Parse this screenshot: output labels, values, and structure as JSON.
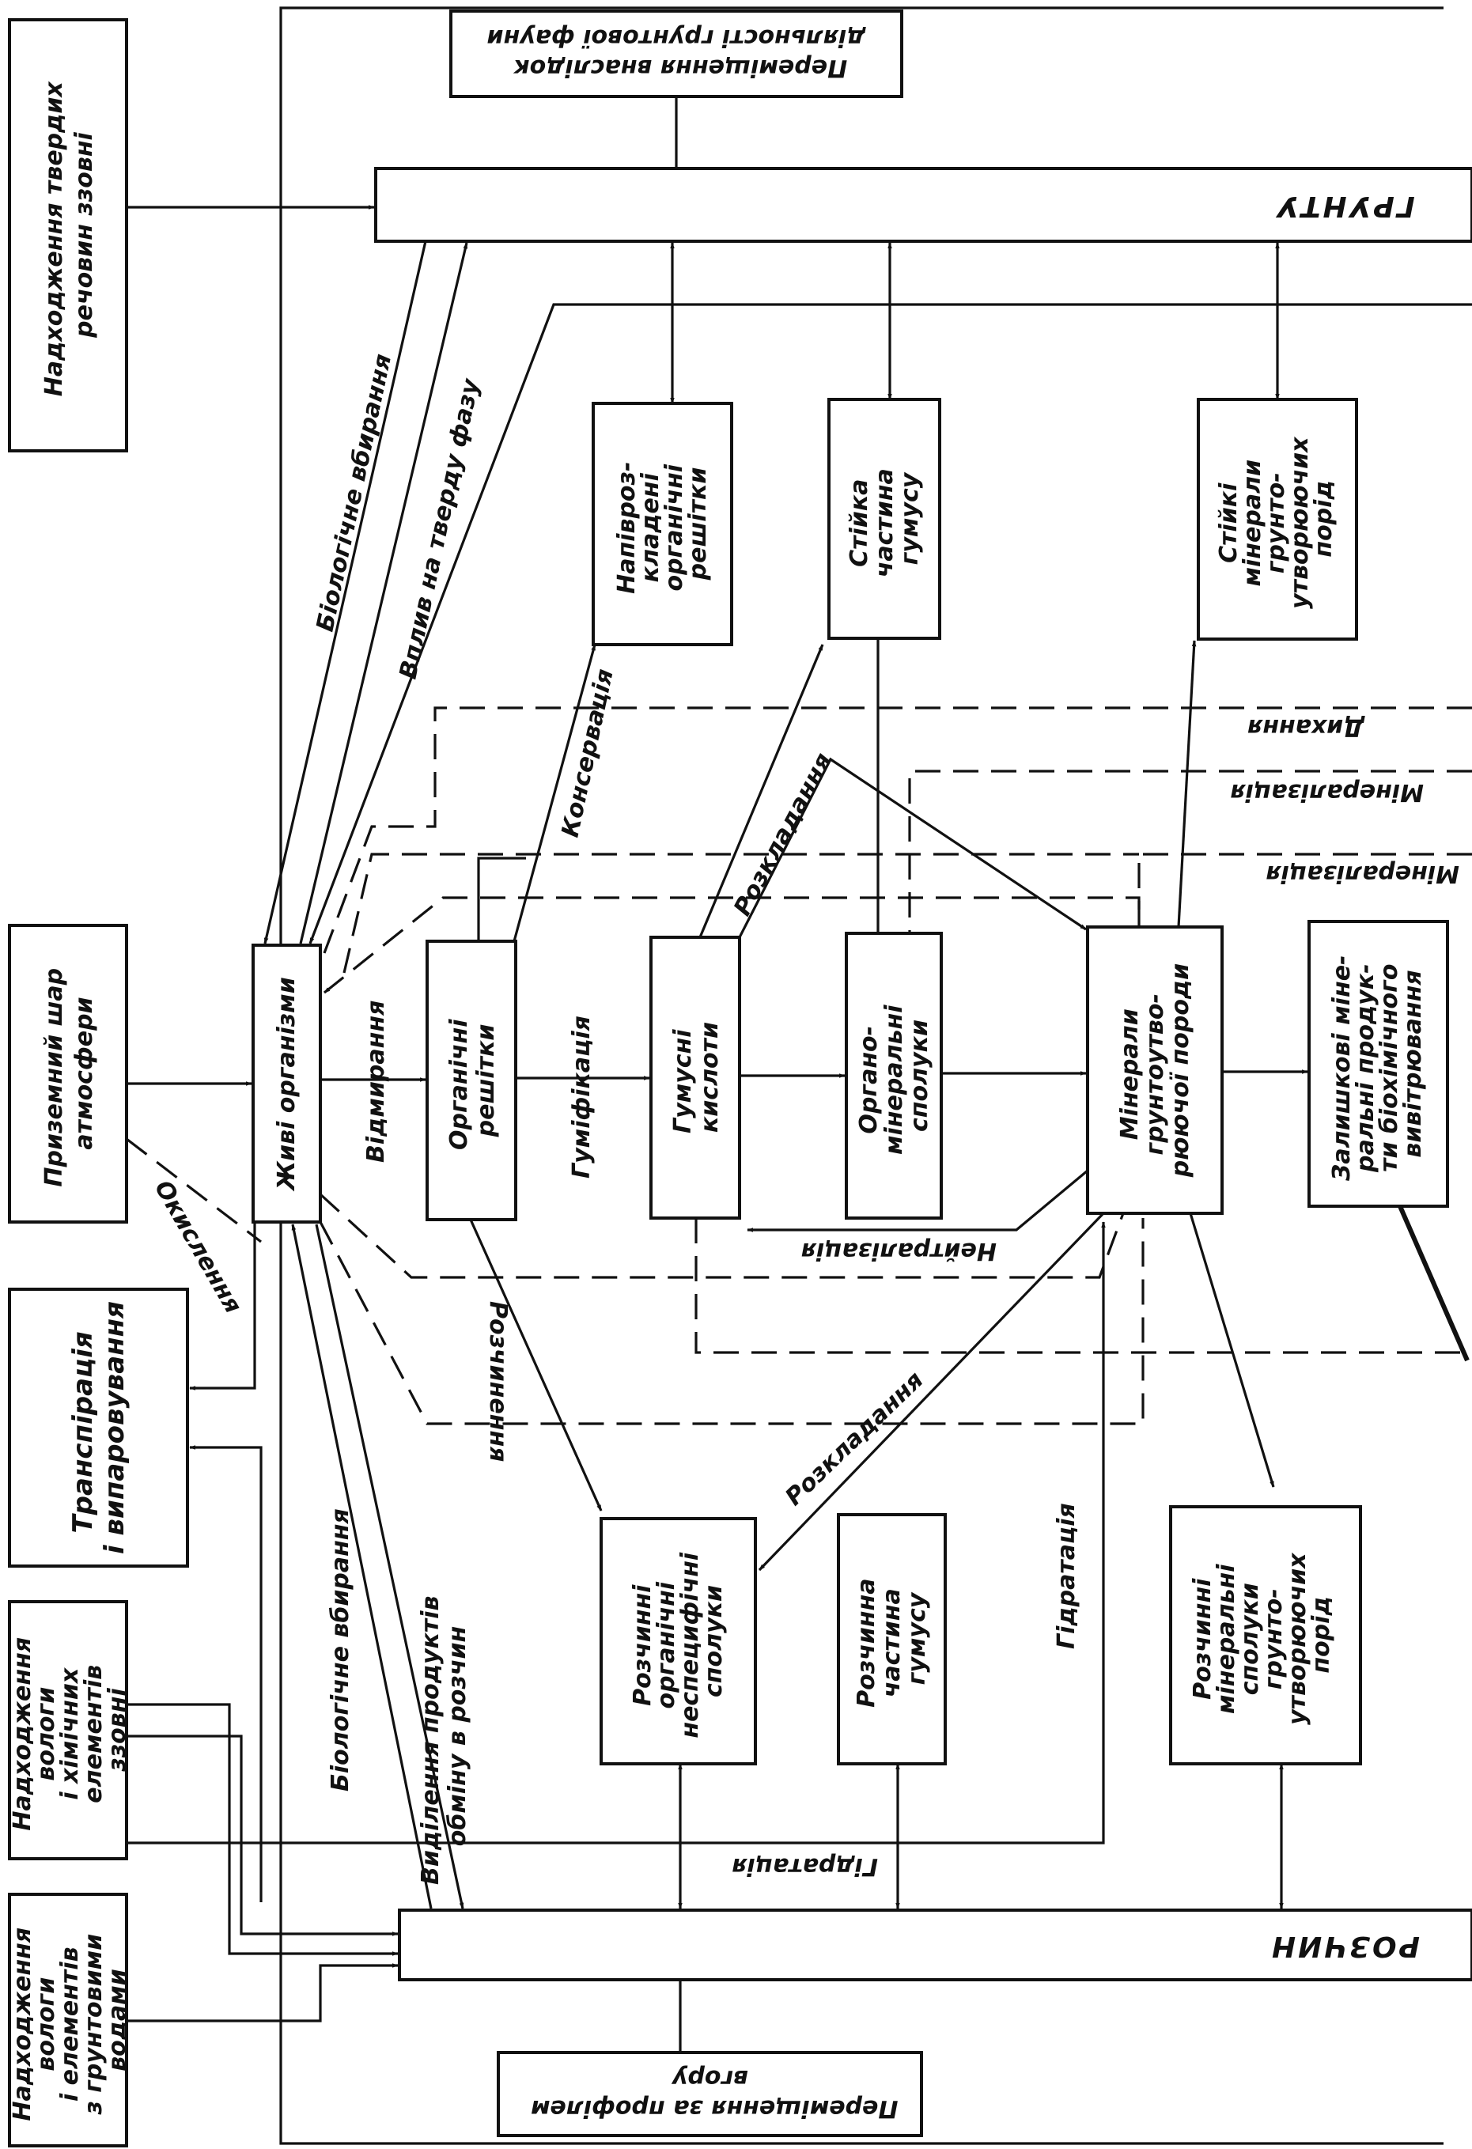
{
  "left_inputs": {
    "solids": [
      "Надходження твердих",
      "речовин ззовні"
    ],
    "atmosphere": [
      "Приземний шар",
      "атмосфери"
    ],
    "transpiration": [
      "Транспірація",
      "і випаровування"
    ],
    "moisture_external": [
      "Надходження",
      "вологи",
      "і хімічних",
      "елементів",
      "ззовні"
    ],
    "groundwater": [
      "Надходження",
      "вологи",
      "і елементів",
      "з грунтовими",
      "водами"
    ]
  },
  "plates": {
    "soil": "ГРУНТУ",
    "solution": "РОЗЧИН"
  },
  "transport": {
    "fauna": [
      "Переміщення внаслідок",
      "діяльності грунтової фауни"
    ],
    "profile": [
      "Переміщення за профілем",
      "вгору"
    ]
  },
  "nodes": {
    "living": [
      "Живі організми"
    ],
    "residues": [
      "Органічні",
      "решітки"
    ],
    "humic": [
      "Гумусні",
      "кислоти"
    ],
    "organomineral": [
      "Органо-",
      "мінеральні",
      "сполуки"
    ],
    "minerals": [
      "Мінерали",
      "грунтоутво-",
      "рюючої породи"
    ],
    "weathering": [
      "Залишкові міне-",
      "ральні продук-",
      "ти біохімічного",
      "вивітрювання"
    ],
    "semi_decomposed": [
      "Напівроз-",
      "кладені",
      "органічні",
      "решітки"
    ],
    "stable_humus": [
      "Стійка",
      "частина",
      "гумусу"
    ],
    "stable_minerals": [
      "Стійкі",
      "мінерали",
      "грунто-",
      "утворюючих",
      "порід"
    ],
    "soluble_organic": [
      "Розчинні",
      "органічні",
      "неспецифічні",
      "сполуки"
    ],
    "soluble_humus": [
      "Розчинна",
      "частина",
      "гумусу"
    ],
    "soluble_mineral": [
      "Розчинні",
      "мінеральні",
      "сполуки",
      "грунто-",
      "утворюючих",
      "порід"
    ]
  },
  "processes": {
    "bio_uptake_top": "Біологічне вбирання",
    "solid_phase": "Вплив на тверду фазу",
    "conservation": "Консервація",
    "decomposition_top": "Розкладання",
    "dying": "Відмирання",
    "humification": "Гуміфікація",
    "respiration": "Дихання",
    "mineralization_1": "Мінералізація",
    "mineralization_2": "Мінералізація",
    "neutralization": "Нейтралізація",
    "oxidation": "Окислення",
    "dissolution": "Розчинення",
    "decomposition_bottom": "Розкладання",
    "bio_uptake_bottom": "Біологічне вбирання",
    "metabolites": [
      "Виділення продуктів",
      "обміну в розчин"
    ],
    "hydration": "Гідратація",
    "hydration_bottom": "Гідратація"
  }
}
